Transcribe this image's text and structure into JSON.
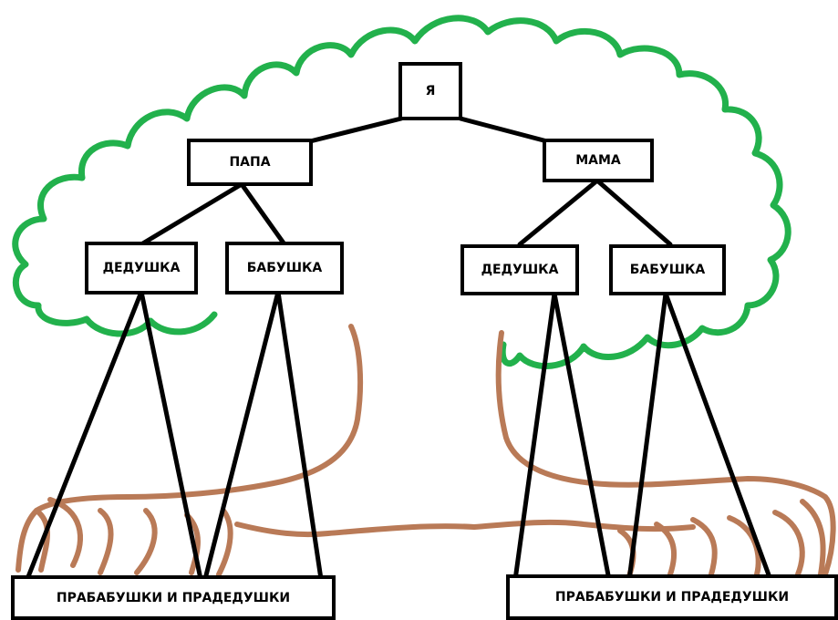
{
  "tree": {
    "me": "Я",
    "father": "ПАПА",
    "mother": "МАМА",
    "paternal_grandfather": "ДЕДУШКА",
    "paternal_grandmother": "БАБУШКА",
    "maternal_grandfather": "ДЕДУШКА",
    "maternal_grandmother": "БАБУШКА",
    "paternal_great_grandparents": "ПРАБАБУШКИ И ПРАДЕДУШКИ",
    "maternal_great_grandparents": "ПРАБАБУШКИ И ПРАДЕДУШКИ"
  },
  "colors": {
    "crown": "#22b14c",
    "trunk": "#b97a57",
    "lines": "#000000"
  }
}
